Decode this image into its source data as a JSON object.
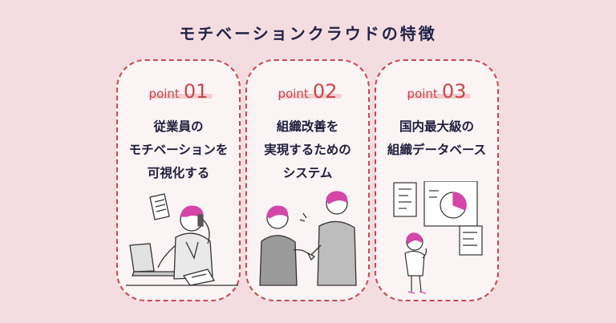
{
  "title": "モチベーションクラウドの特徴",
  "cards": [
    {
      "point_word": "point",
      "point_num": "01",
      "lines": [
        "従業員の",
        "モチベーションを",
        "可視化する"
      ]
    },
    {
      "point_word": "point",
      "point_num": "02",
      "lines": [
        "組織改善を",
        "実現するための",
        "システム"
      ]
    },
    {
      "point_word": "point",
      "point_num": "03",
      "lines": [
        "国内最大級の",
        "組織データベース"
      ]
    }
  ],
  "colors": {
    "background": "#f3dde0",
    "accent": "#c9474b",
    "hair": "#d447a8",
    "ink": "#1e1e3c"
  }
}
